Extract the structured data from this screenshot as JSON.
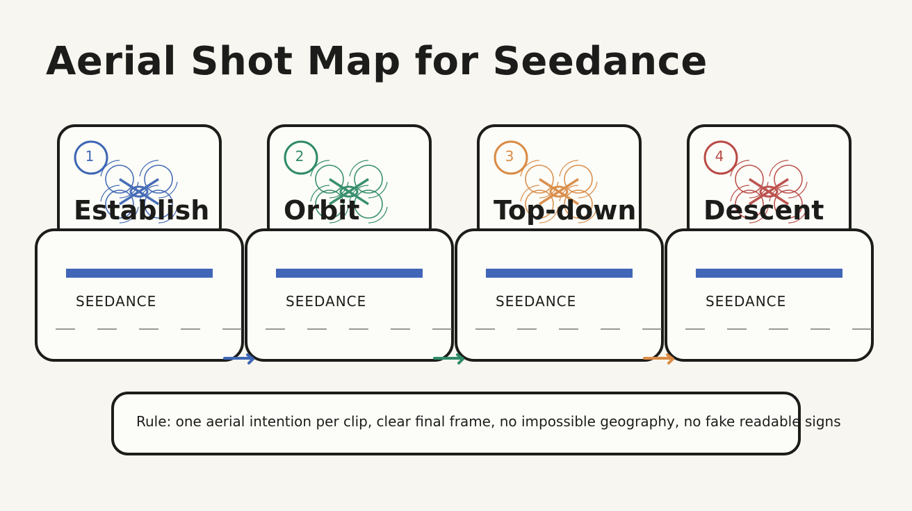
{
  "title": "Aerial Shot Map for Seedance",
  "colors": {
    "background": "#f8f6f0",
    "ink": "#1c1c1a",
    "card": "#fcfcf8",
    "bar": "#4166b8",
    "dash": "#777777"
  },
  "steps": [
    {
      "number": "1",
      "name": "Establish",
      "brand": "SEEDANCE",
      "color": "#3e66b4",
      "icon": "drone-icon"
    },
    {
      "number": "2",
      "name": "Orbit",
      "brand": "SEEDANCE",
      "color": "#2f8a68",
      "icon": "drone-icon"
    },
    {
      "number": "3",
      "name": "Top-down",
      "brand": "SEEDANCE",
      "color": "#d98b45",
      "icon": "drone-icon"
    },
    {
      "number": "4",
      "name": "Descent",
      "brand": "SEEDANCE",
      "color": "#b94a46",
      "icon": "drone-icon"
    }
  ],
  "rule_text": "Rule: one aerial intention per clip, clear final frame, no impossible geography, no fake readable signs"
}
